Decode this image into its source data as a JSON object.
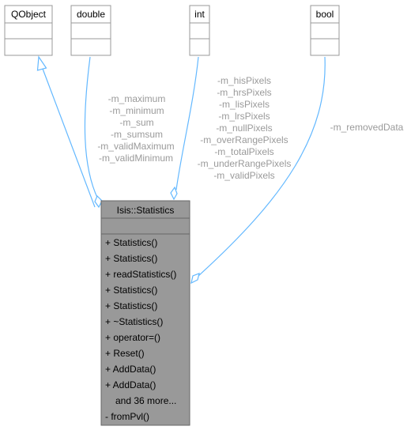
{
  "classes": {
    "qobject": {
      "name": "QObject"
    },
    "double": {
      "name": "double"
    },
    "int": {
      "name": "int"
    },
    "bool": {
      "name": "bool"
    }
  },
  "main_class": {
    "name": "Isis::Statistics",
    "members": [
      "+ Statistics()",
      "+ Statistics()",
      "+ readStatistics()",
      "+ Statistics()",
      "+ Statistics()",
      "+ ~Statistics()",
      "+ operator=()",
      "+ Reset()",
      "+ AddData()",
      "+ AddData()",
      "and 36 more...",
      "- fromPvl()"
    ]
  },
  "edges": {
    "double_labels": [
      "-m_maximum",
      "-m_minimum",
      "-m_sum",
      "-m_sumsum",
      "-m_validMaximum",
      "-m_validMinimum"
    ],
    "int_labels": [
      "-m_hisPixels",
      "-m_hrsPixels",
      "-m_lisPixels",
      "-m_lrsPixels",
      "-m_nullPixels",
      "-m_overRangePixels",
      "-m_totalPixels",
      "-m_underRangePixels",
      "-m_validPixels"
    ],
    "bool_labels": [
      "-m_removedData"
    ]
  },
  "colors": {
    "edge": "#63b8ff",
    "label": "#9a9a9a",
    "box_border": "#999999",
    "main_fill": "#999999",
    "main_border": "#666666"
  }
}
